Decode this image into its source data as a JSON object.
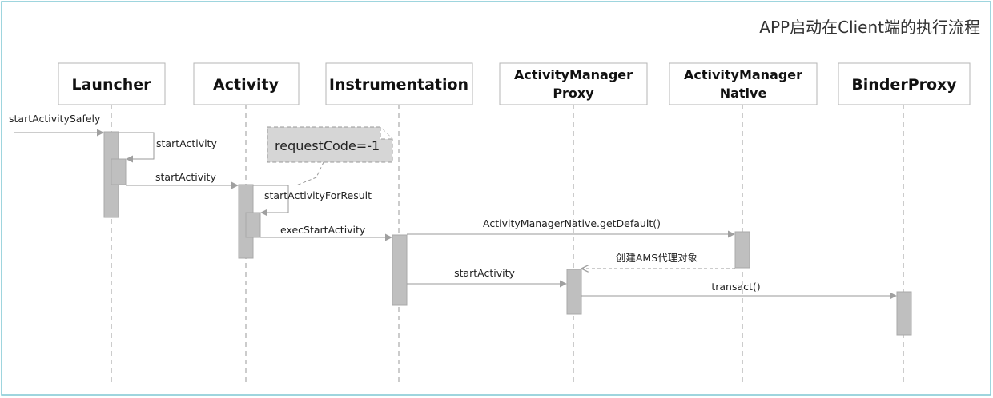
{
  "title": "APP启动在Client端的执行流程",
  "participants": [
    {
      "id": "launcher",
      "lines": [
        "Launcher"
      ]
    },
    {
      "id": "activity",
      "lines": [
        "Activity"
      ]
    },
    {
      "id": "instrumentation",
      "lines": [
        "Instrumentation"
      ]
    },
    {
      "id": "amp",
      "lines": [
        "ActivityManager",
        "Proxy"
      ]
    },
    {
      "id": "amn",
      "lines": [
        "ActivityManager",
        "Native"
      ]
    },
    {
      "id": "binderproxy",
      "lines": [
        "BinderProxy"
      ]
    }
  ],
  "messages": [
    {
      "id": "m1",
      "from": "external",
      "to": "launcher",
      "label": "startActivitySafely"
    },
    {
      "id": "m2",
      "from": "launcher",
      "to": "launcher",
      "label": "startActivity"
    },
    {
      "id": "m3",
      "from": "launcher",
      "to": "activity",
      "label": "startActivity"
    },
    {
      "id": "m4",
      "from": "activity",
      "to": "activity",
      "label": "startActivityForResult"
    },
    {
      "id": "m5",
      "from": "activity",
      "to": "instrumentation",
      "label": "execStartActivity"
    },
    {
      "id": "m6",
      "from": "instrumentation",
      "to": "amn",
      "label": "ActivityManagerNative.getDefault()"
    },
    {
      "id": "m7",
      "from": "amn",
      "to": "amp",
      "label": "创建AMS代理对象",
      "return": true
    },
    {
      "id": "m8",
      "from": "instrumentation",
      "to": "amp",
      "label": "startActivity"
    },
    {
      "id": "m9",
      "from": "amp",
      "to": "binderproxy",
      "label": "transact()"
    }
  ],
  "note": {
    "text": "requestCode=-1"
  }
}
